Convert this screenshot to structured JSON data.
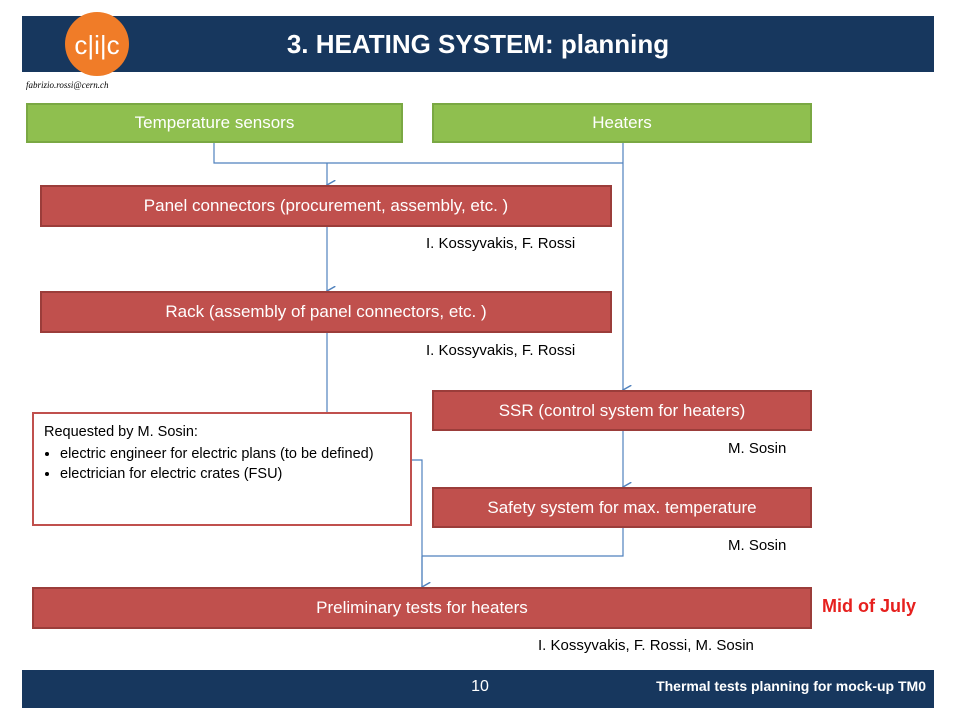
{
  "header": {
    "title": "3. HEATING SYSTEM: planning",
    "logo_text": "CLIC",
    "email": "fabrizio.rossi@cern.ch"
  },
  "colors": {
    "header_bg": "#17375e",
    "green_box": "#8fbf4f",
    "red_box": "#c0504d",
    "milestone": "#e6201e",
    "connector": "#4f81bd",
    "logo": "#f07c28"
  },
  "boxes": {
    "temperature_sensors": "Temperature sensors",
    "heaters": "Heaters",
    "panel_connectors": "Panel connectors (procurement, assembly, etc. )",
    "rack": "Rack (assembly of panel connectors, etc. )",
    "ssr": "SSR (control system for heaters)",
    "safety_system": "Safety system for max. temperature",
    "preliminary_tests": "Preliminary tests for heaters"
  },
  "responsibles": {
    "panel_connectors": "I. Kossyvakis, F. Rossi",
    "rack": "I. Kossyvakis, F. Rossi",
    "ssr": "M. Sosin",
    "safety_system": "M. Sosin",
    "preliminary_tests": "I. Kossyvakis, F. Rossi, M. Sosin"
  },
  "note": {
    "title": "Requested by M. Sosin:",
    "items": [
      "electric engineer for electric plans (to be defined)",
      "electrician for electric crates (FSU)"
    ]
  },
  "milestone": "Mid of July",
  "footer": {
    "page_number": "10",
    "text": "Thermal tests planning for mock-up TM0"
  }
}
